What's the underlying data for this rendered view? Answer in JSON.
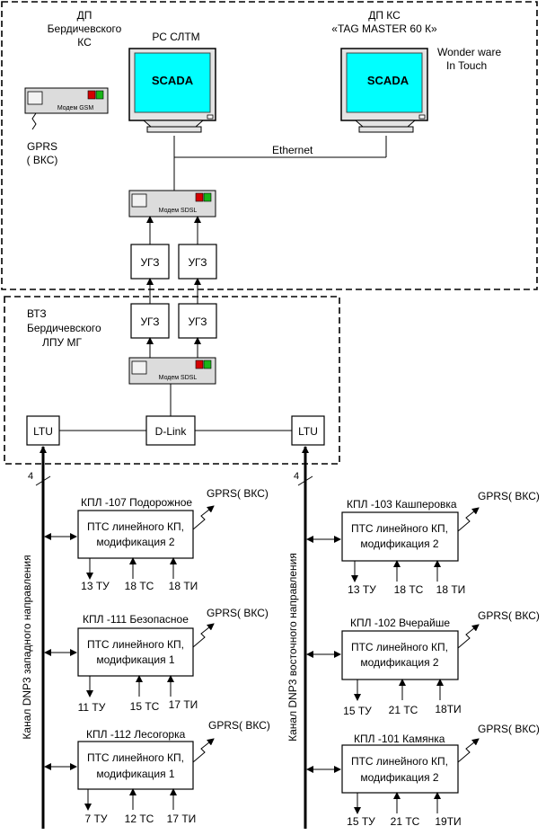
{
  "colors": {
    "screen": "#00ffff",
    "monitor_frame": "#e4e4e4",
    "modem_body": "#dcdcdc",
    "led_red": "#d40000",
    "led_green": "#19b419"
  },
  "dp_berdichev": {
    "title_line1": "ДП",
    "title_line2": "Бердичевского",
    "title_line3": "КС"
  },
  "rs_sltm": {
    "label": "РС СЛТМ",
    "screen_text": "SCADA"
  },
  "dp_ks": {
    "title_line1": "ДП КС",
    "title_line2": "«TAG MASTER 60 К»",
    "screen_text": "SCADA"
  },
  "wonderware": {
    "line1": "Wonder ware",
    "line2": "In Touch"
  },
  "modem_gsm": {
    "label": "Модем GSM"
  },
  "gprs_top": {
    "line1": "GPRS",
    "line2": "( ВКС)"
  },
  "ethernet_label": "Ethernet",
  "modem_sdsl_top": {
    "label": "Модем SDSL"
  },
  "ugz_top": [
    "УГЗ",
    "УГЗ"
  ],
  "ugz_bottom": [
    "УГЗ",
    "УГЗ"
  ],
  "vtz": {
    "line1": "ВТЗ",
    "line2": "Бердичевского",
    "line3": "ЛПУ МГ"
  },
  "modem_sdsl_bottom": {
    "label": "Модем SDSL"
  },
  "ltu_left": "LTU",
  "ltu_right": "LTU",
  "dlink": "D-Link",
  "channel_west": {
    "label": "Канал DNP3 западного направления",
    "count": "4"
  },
  "channel_east": {
    "label": "Канал DNP3 восточного направления",
    "count": "4"
  },
  "stations": [
    {
      "title": "КПЛ -107 Подорожное",
      "line1": "ПТС линейного КП,",
      "line2": "модификация 2",
      "gprs": "GPRS( ВКС)",
      "tu": "13 ТУ",
      "ts": "18 ТС",
      "ti": "18 ТИ"
    },
    {
      "title": "КПЛ -111 Безопасное",
      "line1": "ПТС линейного КП,",
      "line2": "модификация 1",
      "gprs": "GPRS( ВКС)",
      "tu": "11 ТУ",
      "ts": "15 ТС",
      "ti": "17 ТИ"
    },
    {
      "title": "КПЛ -112 Лесогорка",
      "line1": "ПТС линейного КП,",
      "line2": "модификация 1",
      "gprs": "GPRS( ВКС)",
      "tu": "7 ТУ",
      "ts": "12 ТС",
      "ti": "17 ТИ"
    },
    {
      "title": "КПЛ -103 Кашперовка",
      "line1": "ПТС линейного КП,",
      "line2": "модификация 2",
      "gprs": "GPRS( ВКС)",
      "tu": "13 ТУ",
      "ts": "18 ТС",
      "ti": "18 ТИ"
    },
    {
      "title": "КПЛ -102 Вчерайше",
      "line1": "ПТС линейного КП,",
      "line2": "модификация 2",
      "gprs": "GPRS( ВКС)",
      "tu": "15 ТУ",
      "ts": "21 ТС",
      "ti": "18ТИ"
    },
    {
      "title": "КПЛ -101 Камянка",
      "line1": "ПТС линейного КП,",
      "line2": "модификация 2",
      "gprs": "GPRS( ВКС)",
      "tu": "15 ТУ",
      "ts": "21 ТС",
      "ti": "19ТИ"
    }
  ]
}
